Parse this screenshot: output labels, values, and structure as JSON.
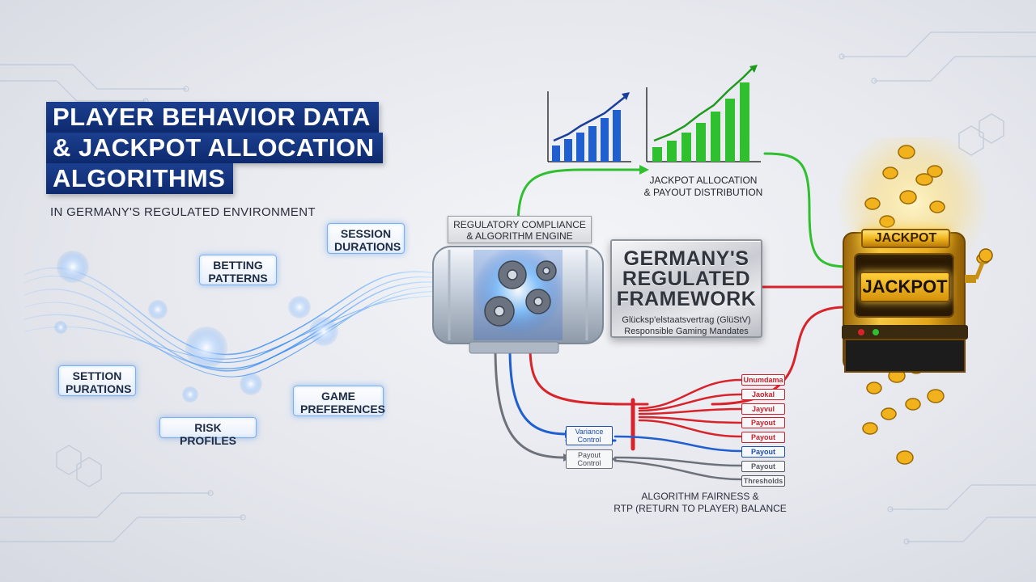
{
  "title": {
    "line1": "PLAYER BEHAVIOR DATA",
    "line2": "& JACKPOT ALLOCATION",
    "line3": "ALGORITHMS",
    "subtitle": "IN GERMANY'S REGULATED ENVIRONMENT"
  },
  "inputs": {
    "session_durations_top": "SESSION\nDURATIONS",
    "betting_patterns": "BETTING\nPATTERNS",
    "session_durations_left": "SETTION\nPURATIONS",
    "risk_profiles": "RISK PROFILES",
    "game_preferences": "GAME\nPREFERENCES"
  },
  "engine": {
    "label": "REGULATORY COMPLIANCE\n& ALGORITHM ENGINE"
  },
  "framework": {
    "title": "GERMANY'S\nREGULATED\nFRAMEWORK",
    "subtitle": "Glücksp'elstaatsvertrag (GlüStV)\nResponsible Gaming Mandates"
  },
  "jackpot_allocation_label": "JACKPOT ALLOCATION\n& PAYOUT DISTRIBUTION",
  "fairness_label": "ALGORITHM FAIRNESS &\nRTP (RETURN TO PLAYER) BALANCE",
  "controls": {
    "variance": "Variance\nControl",
    "payout": "Payout\nControl"
  },
  "output_tags": [
    {
      "label": "Unumdama",
      "color": "#c8202a"
    },
    {
      "label": "Jaokal",
      "color": "#c8202a"
    },
    {
      "label": "Jayvul",
      "color": "#c8202a"
    },
    {
      "label": "Payout",
      "color": "#c8202a"
    },
    {
      "label": "Payout",
      "color": "#c8202a"
    },
    {
      "label": "Payout",
      "color": "#1c4fb0"
    },
    {
      "label": "Payout",
      "color": "#555a62"
    },
    {
      "label": "Thresholds",
      "color": "#555a62"
    }
  ],
  "slot_machine": {
    "top_label": "JACKPOT",
    "screen_label": "JACKPOT"
  },
  "colors": {
    "title_bg": "#16357f",
    "green_flow": "#2fbf2f",
    "red_flow": "#d8232a",
    "blue_flow": "#1f5fd0",
    "gray_flow": "#6d727a",
    "gold": "#f2b21d"
  }
}
